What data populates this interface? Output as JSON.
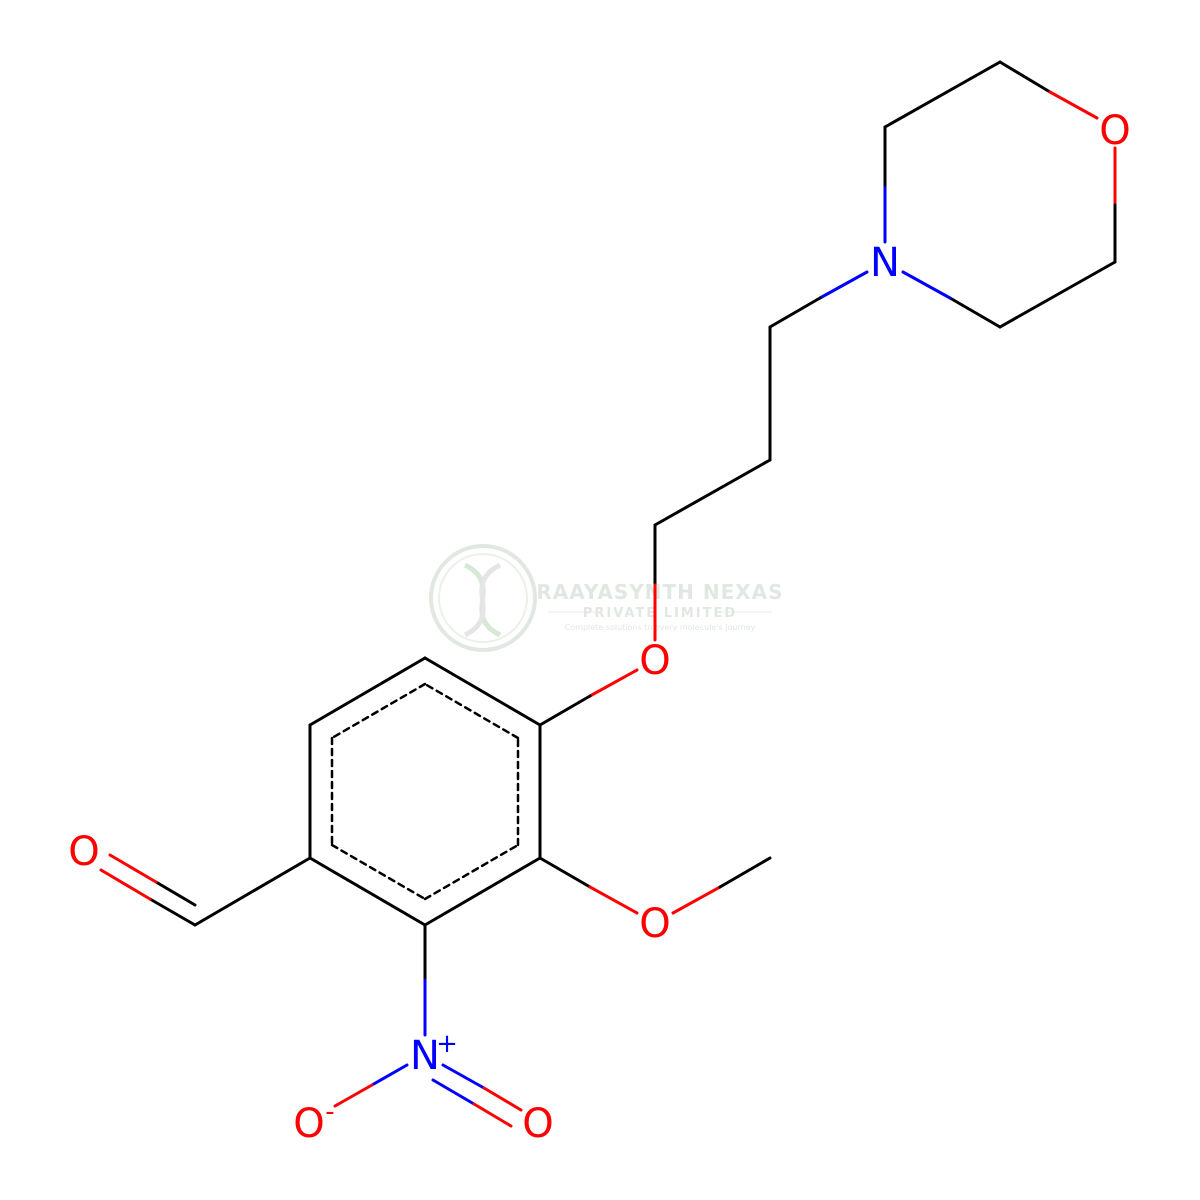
{
  "diagram": {
    "type": "chemical-structure",
    "colors": {
      "bond": "#000000",
      "oxygen": "#ff0000",
      "nitrogen": "#0000ff",
      "watermark": "#c9d4c9"
    },
    "atoms": {
      "o_morpholine": "O",
      "n_morpholine": "N",
      "o_ether": "O",
      "o_methoxy": "O",
      "o_aldehyde": "O",
      "n_nitro": "N",
      "n_nitro_charge": "+",
      "o_nitro_single": "O",
      "o_nitro_single_charge": "-",
      "o_nitro_double": "O"
    }
  },
  "watermark": {
    "company": "RAAYASYNTH NEXAS",
    "subtitle": "PRIVATE LIMITED",
    "tagline": "Complete solutions to every molecule's journey"
  }
}
